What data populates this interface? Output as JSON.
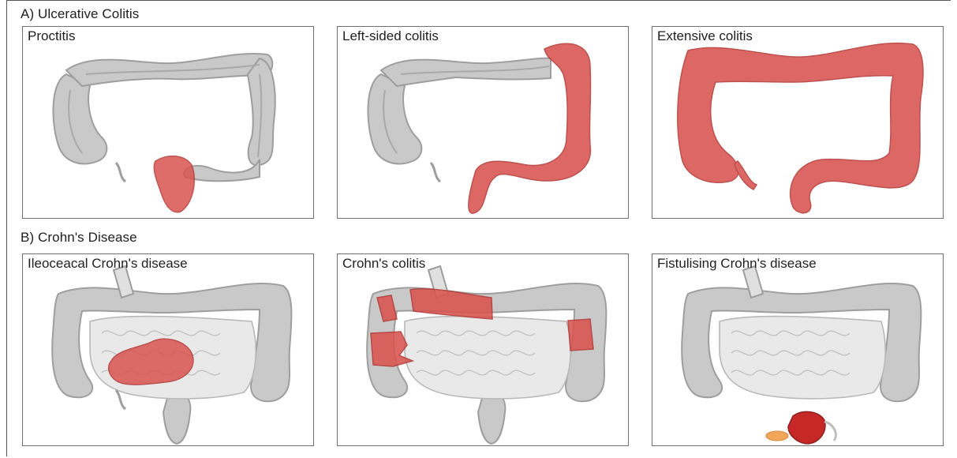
{
  "figure": {
    "section_a": {
      "title": "A) Ulcerative Colitis",
      "panels": [
        {
          "label": "Proctitis"
        },
        {
          "label": "Left-sided colitis"
        },
        {
          "label": "Extensive colitis"
        }
      ]
    },
    "section_b": {
      "title": "B) Crohn's Disease",
      "panels": [
        {
          "label": "Ileoceacal Crohn's disease"
        },
        {
          "label": "Crohn's colitis"
        },
        {
          "label": "Fistulising Crohn's disease"
        }
      ]
    }
  },
  "colors": {
    "healthy_colon": "#c9c9c9",
    "colon_outline": "#9e9e9e",
    "small_intestine": "#e9e9e9",
    "inflamed": "#d9534f",
    "inflamed_dark": "#b33a36",
    "fistula": "#f2a65a"
  }
}
